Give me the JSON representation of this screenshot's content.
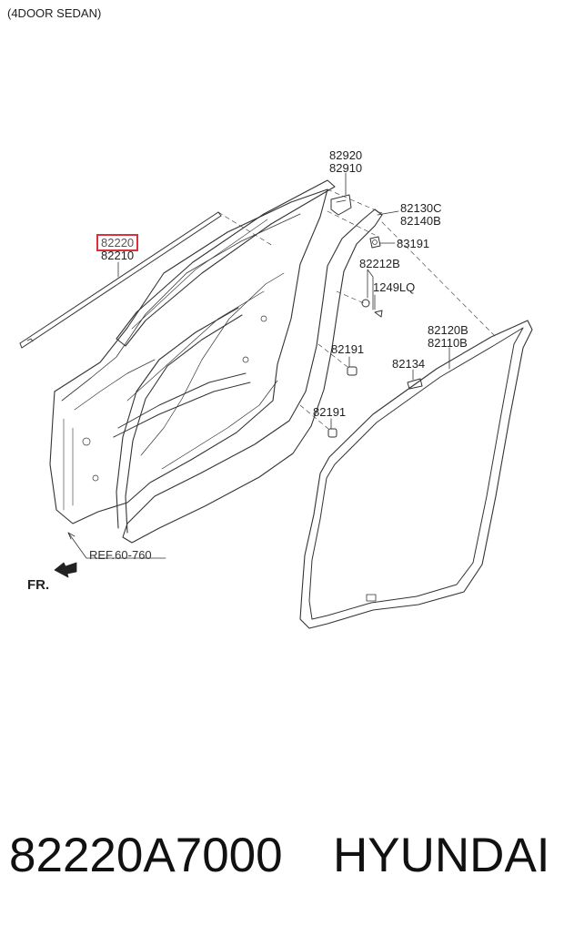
{
  "variant_label": "(4DOOR SEDAN)",
  "highlighted_part": "82220",
  "part_labels": {
    "p82920": "82920",
    "p82910": "82910",
    "p82130C": "82130C",
    "p82140B": "82140B",
    "p83191": "83191",
    "p82210": "82210",
    "p82212B": "82212B",
    "p1249LQ": "1249LQ",
    "p82120B": "82120B",
    "p82110B": "82110B",
    "p82191a": "82191",
    "p82134": "82134",
    "p82191b": "82191"
  },
  "reference_label": "REF.60-760",
  "direction_label": "FR.",
  "footer": {
    "part_number": "82220A7000",
    "brand": "HYUNDAI"
  },
  "colors": {
    "highlight": "#d8333a",
    "line": "#333333"
  }
}
